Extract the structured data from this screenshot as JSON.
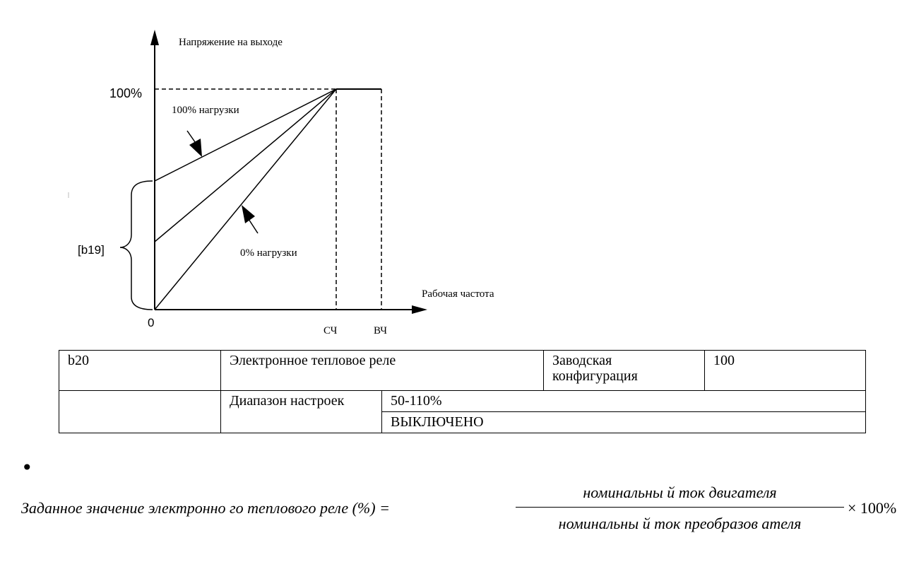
{
  "diagram": {
    "y_axis_label": "Напряжение на выходе",
    "x_axis_label": "Рабочая частота",
    "y_tick_100": "100%",
    "origin": "0",
    "curve_full_load": "100% нагрузки",
    "curve_no_load": "0% нагрузки",
    "boost_param": "[b19]",
    "x_tick_base": "СЧ",
    "x_tick_max": "ВЧ"
  },
  "table": {
    "code": "b20",
    "name": "Электронное тепловое реле",
    "factory_label": "Заводская конфигурация",
    "factory_value": "100",
    "range_label": "Диапазон настроек",
    "range_values": [
      "50-110%",
      "ВЫКЛЮЧЕНО"
    ]
  },
  "bullet": "•",
  "formula": {
    "left": "Заданное значение электронно го теплового реле (%) =",
    "numerator": "номинальны й ток двигателя",
    "denominator": "номинальны й ток преобразов ателя",
    "right": "× 100%"
  }
}
